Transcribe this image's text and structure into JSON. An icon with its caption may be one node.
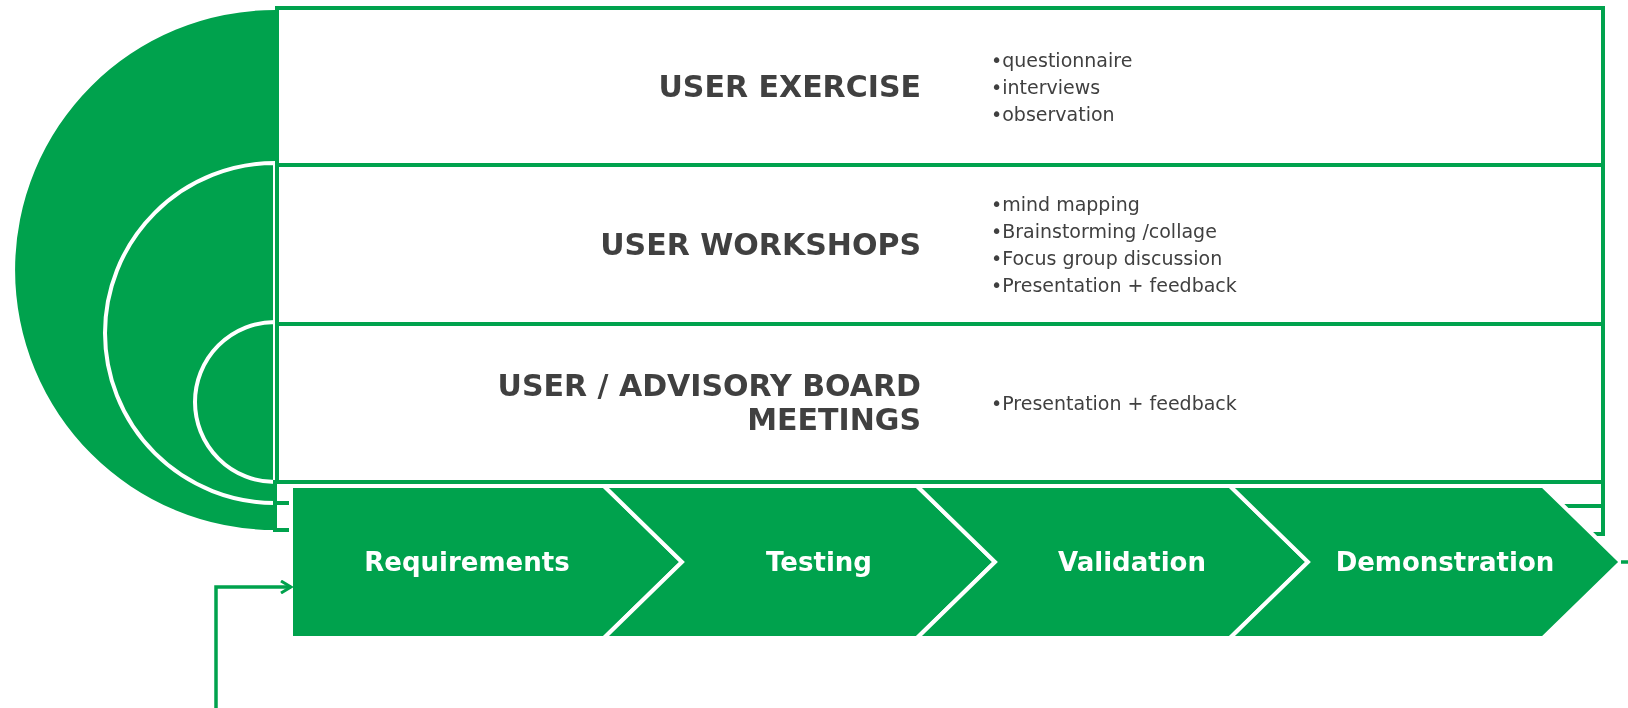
{
  "diagram": {
    "nodes": [
      {
        "text": [
          "USER EXERCISE",
          "•questionnaire",
          "•interviews",
          "•observation"
        ]
      },
      {
        "text": [
          "USER WORKSHOPS",
          "•mind mapping",
          "•Brainstorming /collage",
          "•Focus group discussion",
          "•Presentation + feedback"
        ]
      },
      {
        "text": [
          "USER / ADVISORY BOARD MEETINGS",
          "•Presentation + feedback"
        ]
      },
      {
        "text": [
          "Requirements"
        ]
      },
      {
        "text": [
          "Testing"
        ]
      },
      {
        "text": [
          "Validation"
        ]
      },
      {
        "text": [
          "Demonstration"
        ]
      }
    ],
    "edges": [
      {
        "from": null,
        "to": 3,
        "arrow": "to"
      },
      {
        "from": 6,
        "to": null,
        "arrow": "none"
      }
    ]
  }
}
